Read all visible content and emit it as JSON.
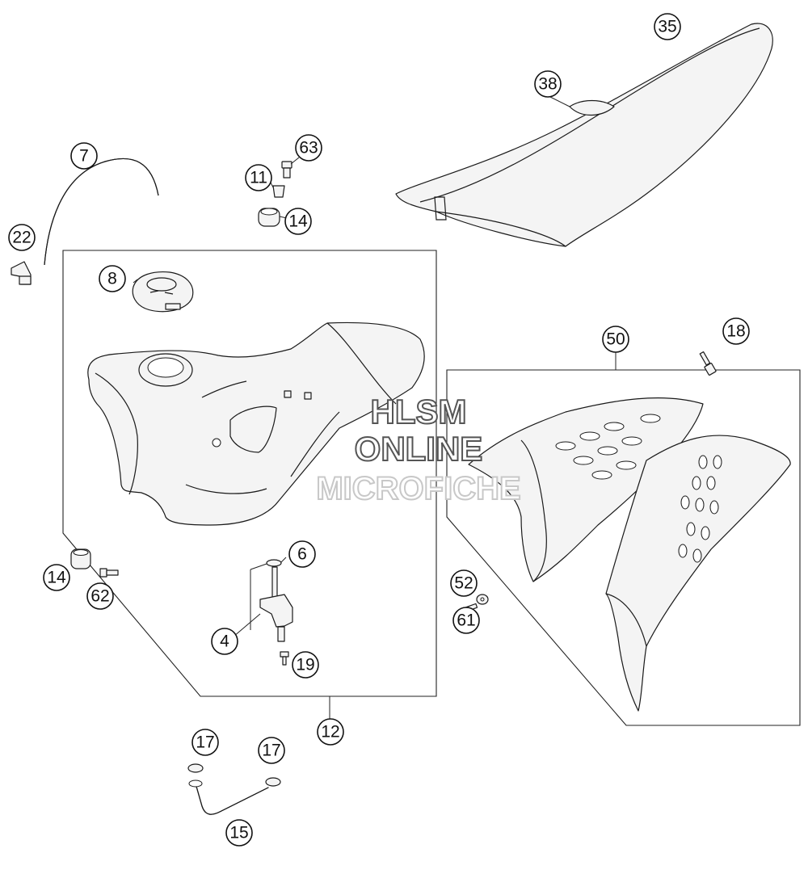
{
  "callouts": [
    {
      "id": "c35",
      "label": "35"
    },
    {
      "id": "c38",
      "label": "38"
    },
    {
      "id": "c7",
      "label": "7"
    },
    {
      "id": "c63",
      "label": "63"
    },
    {
      "id": "c11",
      "label": "11"
    },
    {
      "id": "c14a",
      "label": "14"
    },
    {
      "id": "c22",
      "label": "22"
    },
    {
      "id": "c8",
      "label": "8"
    },
    {
      "id": "c50",
      "label": "50"
    },
    {
      "id": "c18",
      "label": "18"
    },
    {
      "id": "c6",
      "label": "6"
    },
    {
      "id": "c14b",
      "label": "14"
    },
    {
      "id": "c62",
      "label": "62"
    },
    {
      "id": "c4",
      "label": "4"
    },
    {
      "id": "c19",
      "label": "19"
    },
    {
      "id": "c52",
      "label": "52"
    },
    {
      "id": "c61",
      "label": "61"
    },
    {
      "id": "c12",
      "label": "12"
    },
    {
      "id": "c17a",
      "label": "17"
    },
    {
      "id": "c17b",
      "label": "17"
    },
    {
      "id": "c15",
      "label": "15"
    }
  ],
  "watermark": {
    "line1": "HLSM",
    "line2": "ONLINE",
    "line3": "MICROFICHE"
  },
  "colors": {
    "line": "#1a1a1a",
    "fill": "#f4f4f4",
    "watermark": "#555555"
  }
}
